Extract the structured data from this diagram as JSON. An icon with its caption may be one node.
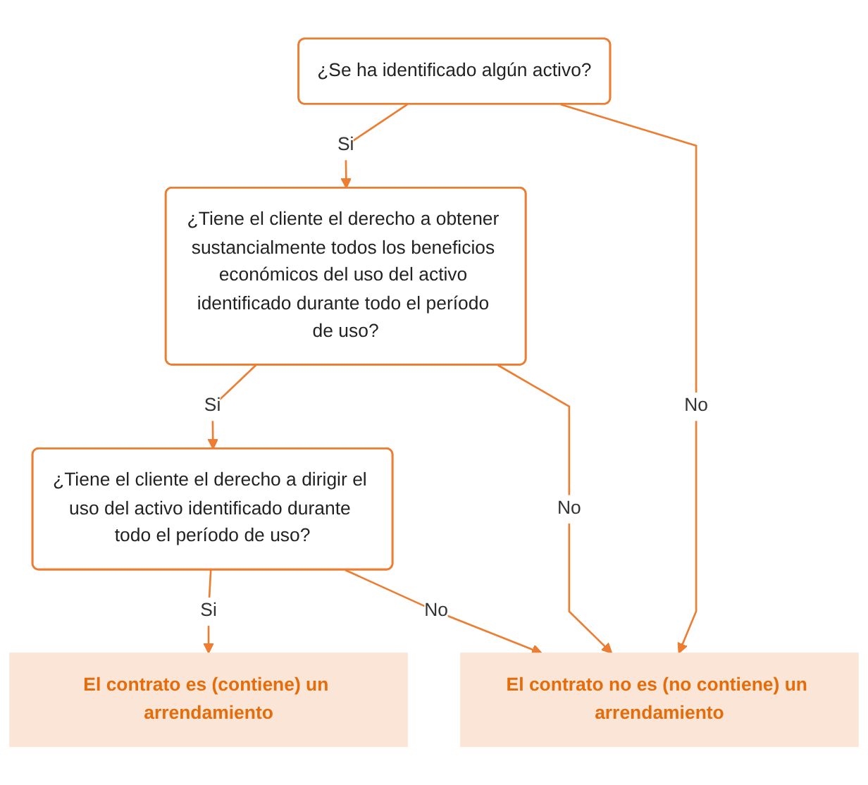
{
  "diagram": {
    "nodes": [
      {
        "text": [
          "¿Se ha identificado algún activo?"
        ]
      },
      {
        "text": [
          "¿Tiene el cliente el derecho a obtener sustancialmente todos los beneficios económicos del uso del activo identificado durante todo el período de uso?"
        ]
      },
      {
        "text": [
          "¿Tiene el cliente el derecho a dirigir el uso del activo identificado durante todo el período de uso?"
        ]
      },
      {
        "text": [
          "El contrato es (contiene) un arrendamiento"
        ]
      },
      {
        "text": [
          "El contrato no es (no contiene) un arrendamiento"
        ]
      }
    ],
    "edges": [
      {
        "from": 0,
        "to": 1,
        "arrow": "to",
        "label": "Si"
      },
      {
        "from": 1,
        "to": 2,
        "arrow": "to",
        "label": "Si"
      },
      {
        "from": 2,
        "to": 3,
        "arrow": "to",
        "label": "Si"
      },
      {
        "from": 0,
        "to": 4,
        "arrow": "to",
        "label": "No"
      },
      {
        "from": 1,
        "to": 4,
        "arrow": "to",
        "label": "No"
      },
      {
        "from": 2,
        "to": 4,
        "arrow": "to",
        "label": "No"
      }
    ]
  }
}
